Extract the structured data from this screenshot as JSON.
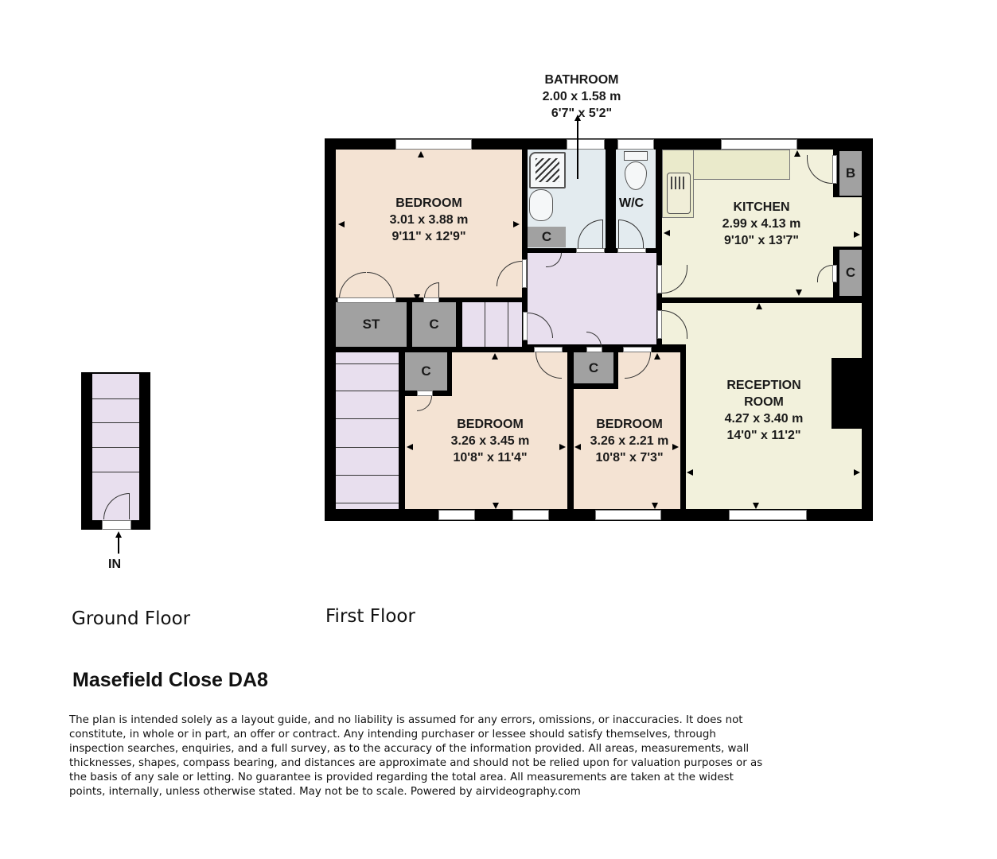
{
  "colors": {
    "bedroom": "#f4e3d3",
    "kitchen_reception": "#f2f1dc",
    "hall_stairs": "#e8dfee",
    "bathroom": "#e3ebef",
    "closet": "#a1a1a1",
    "wall": "#000000"
  },
  "ground_floor": {
    "label": "Ground Floor",
    "entrance_label": "IN"
  },
  "first_floor": {
    "label": "First Floor",
    "rooms": [
      {
        "name": "BEDROOM",
        "metric": "3.01 x 3.88 m",
        "imperial": "9'11\" x 12'9\""
      },
      {
        "name": "BATHROOM",
        "metric": "2.00 x 1.58 m",
        "imperial": "6'7\" x 5'2\""
      },
      {
        "name": "W/C"
      },
      {
        "name": "KITCHEN",
        "metric": "2.99 x 4.13 m",
        "imperial": "9'10\" x 13'7\""
      },
      {
        "name_line1": "RECEPTION",
        "name_line2": "ROOM",
        "metric": "4.27 x 3.40 m",
        "imperial": "14'0\" x 11'2\""
      },
      {
        "name": "BEDROOM",
        "metric": "3.26 x 3.45 m",
        "imperial": "10'8\" x 11'4\""
      },
      {
        "name": "BEDROOM",
        "metric": "3.26 x 2.21 m",
        "imperial": "10'8\" x 7'3\""
      }
    ],
    "storage": {
      "st": "ST",
      "c": "C",
      "b": "B"
    }
  },
  "property": {
    "title": "Masefield Close DA8"
  },
  "disclaimer": "The plan is intended solely as a layout guide, and no liability is assumed for any errors, omissions, or inaccuracies. It does not constitute, in whole or in part, an offer or contract. Any intending purchaser or lessee should satisfy themselves, through inspection searches, enquiries, and a full survey, as to the accuracy of the information provided. All areas, measurements, wall thicknesses, shapes, compass bearing, and distances are approximate and should not be relied upon for valuation purposes or as the basis of any sale or letting. No guarantee is provided regarding the total area. All measurements are taken at the widest points, internally, unless otherwise stated. May not be to scale. Powered by airvideography.com"
}
